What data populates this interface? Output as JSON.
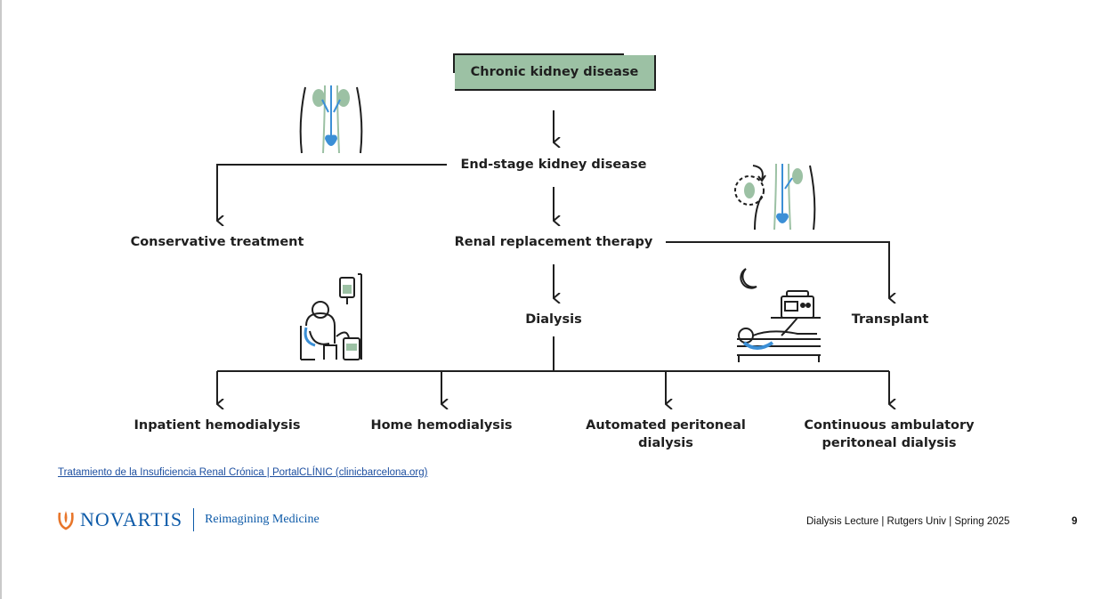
{
  "diagram": {
    "root": "Chronic kidney disease",
    "esrd": "End-stage kidney disease",
    "conservative": "Conservative treatment",
    "rrt": "Renal replacement therapy",
    "dialysis": "Dialysis",
    "transplant": "Transplant",
    "leaves": {
      "inpatient": "Inpatient hemodialysis",
      "home": "Home hemodialysis",
      "apd_line1": "Automated peritoneal",
      "apd_line2": "dialysis",
      "capd_line1": "Continuous ambulatory",
      "capd_line2": "peritoneal dialysis"
    },
    "icons": [
      "kidney-anatomy-icon",
      "kidney-transplant-icon",
      "hemodialysis-chair-icon",
      "peritoneal-dialysis-bed-icon",
      "moon-icon"
    ],
    "colors": {
      "root_fill": "#9cc1a4",
      "kidney_green": "#9cc1a4",
      "bladder_blue": "#3b8fd6",
      "line": "#1f1f1f"
    }
  },
  "source": "Tratamiento de la Insuficiencia Renal Crónica | PortalCLÍNIC (clinicbarcelona.org)",
  "logo": {
    "brand": "NOVARTIS",
    "tagline": "Reimagining Medicine"
  },
  "footer": {
    "text": "Dialysis Lecture | Rutgers Univ | Spring 2025",
    "page": "9"
  }
}
